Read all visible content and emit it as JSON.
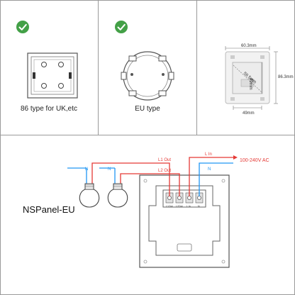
{
  "panels": {
    "uk": {
      "label": "86 type for UK,etc"
    },
    "eu": {
      "label": "EU type"
    },
    "dims": {
      "width_top": "60.3mm",
      "diag": "59.5mm",
      "height_mid": "49mm",
      "height_right": "86.3mm",
      "width_bottom": "49mm"
    }
  },
  "wiring": {
    "product_name": "NSPanel-EU",
    "l1_out": "L1 Out",
    "l2_out": "L2 Out",
    "l_in": "L In",
    "n1": "N",
    "n2": "N",
    "n3": "N",
    "ac": "100-240V AC",
    "term_l1": "L1Out",
    "term_l2": "L2Out",
    "term_lin": "L In",
    "term_n": "N"
  },
  "colors": {
    "live": "#e53935",
    "neutral": "#2196f3",
    "check": "#43a047",
    "frame": "#9a9a9a"
  }
}
